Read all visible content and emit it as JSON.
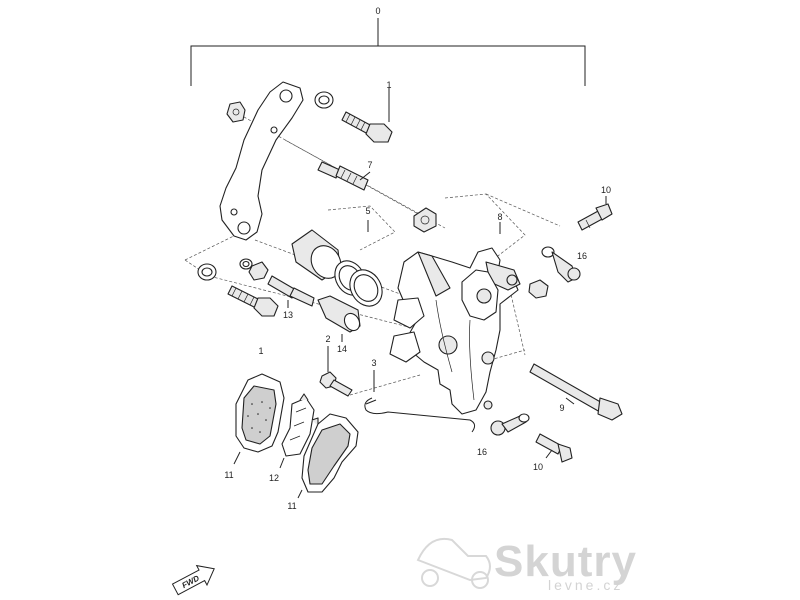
{
  "labels": {
    "l0": "0",
    "l1a": "1",
    "l1b": "1",
    "l2": "2",
    "l3": "3",
    "l5": "5",
    "l7": "7",
    "l8": "8",
    "l9": "9",
    "l10a": "10",
    "l10b": "10",
    "l11a": "11",
    "l11b": "11",
    "l12": "12",
    "l13": "13",
    "l14": "14",
    "l16a": "16",
    "l16b": "16"
  },
  "fwd": "FWD",
  "watermark": {
    "brand": "Skutry",
    "sub": "levne.cz"
  }
}
